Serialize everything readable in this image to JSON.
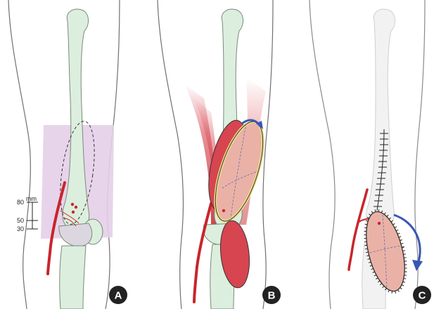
{
  "panels": [
    {
      "id": "A",
      "label": "A"
    },
    {
      "id": "B",
      "label": "B"
    },
    {
      "id": "C",
      "label": "C"
    }
  ],
  "scale": {
    "unit": "mm",
    "ticks": [
      "80",
      "50",
      "30"
    ]
  },
  "colors": {
    "bone": "#dceedd",
    "bone_stroke": "#7a8a7a",
    "outline": "#6f6f6f",
    "flap_zone": "#e4cfe8",
    "vessel": "#c8252c",
    "muscle": "#d64550",
    "muscle_light": "#e9a8a6",
    "flap": "#eab2a6",
    "flap_rim": "#f0e08a",
    "rotation_arrow": "#3a56b5",
    "badge": "#222222",
    "suture": "#222222"
  }
}
